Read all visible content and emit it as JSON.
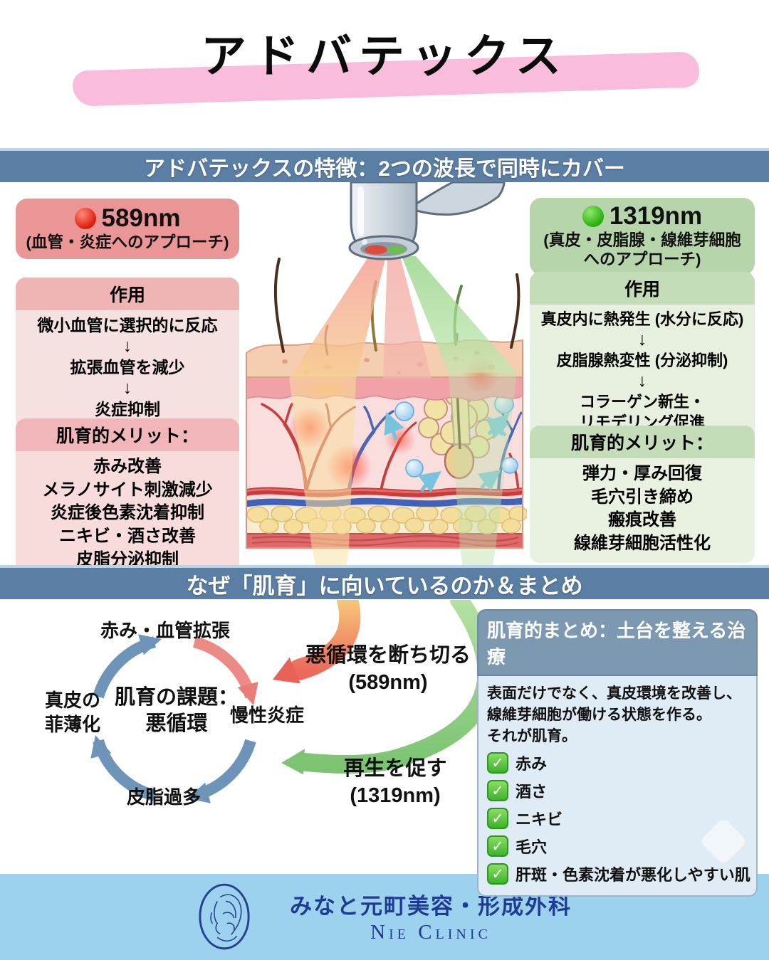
{
  "title": "アドバテックス",
  "features_bar": "アドバテックスの特徴：2つの波長で同時にカバー",
  "red_panel": {
    "wavelength": "589nm",
    "target": "(血管・炎症へのアプローチ)",
    "action_title": "作用",
    "action_steps": [
      "微小血管に選択的に反応",
      "拡張血管を減少",
      "炎症抑制"
    ],
    "merit_title": "肌育的メリット：",
    "merits": [
      "赤み改善",
      "メラノサイト刺激減少",
      "炎症後色素沈着抑制",
      "ニキビ・酒さ改善",
      "皮脂分泌抑制"
    ]
  },
  "green_panel": {
    "wavelength": "1319nm",
    "target_line1": "(真皮・皮脂腺・線維芽細胞",
    "target_line2": "へのアプローチ)",
    "action_title": "作用",
    "action_steps": [
      "真皮内に熱発生 (水分に反応)",
      "皮脂腺熱変性 (分泌抑制)",
      "コラーゲン新生・",
      "リモデリング促進"
    ],
    "merit_title": "肌育的メリット：",
    "merits": [
      "弾力・厚み回復",
      "毛穴引き締め",
      "瘢痕改善",
      "線維芽細胞活性化"
    ]
  },
  "why_bar": "なぜ「肌育」に向いているのか＆まとめ",
  "cycle": {
    "center_title": "肌育の課題：",
    "center_sub": "悪循環",
    "node_top": "赤み・血管拡張",
    "node_right": "慢性炎症",
    "node_bottom": "皮脂過多",
    "node_left_line1": "真皮の",
    "node_left_line2": "菲薄化",
    "break_label": "悪循環を断ち切る",
    "break_wavelength": "(589nm)",
    "regen_label": "再生を促す",
    "regen_wavelength": "(1319nm)"
  },
  "summary": {
    "title": "肌育的まとめ：土台を整える治療",
    "body_line1": "表面だけでなく、真皮環境を改善し、",
    "body_line2": "線維芽細胞が働ける状態を作る。",
    "body_line3": "それが肌育。",
    "checklist": [
      "赤み",
      "酒さ",
      "ニキビ",
      "毛穴",
      "肝斑・色素沈着が悪化しやすい肌"
    ]
  },
  "footer": {
    "clinic_name_jp": "みなと元町美容・形成外科",
    "clinic_name_en": "Nie Clinic"
  },
  "icons": {
    "down_arrow": "↓",
    "check": "✓"
  },
  "colors": {
    "bar_blue": "#5b7ea4",
    "panel_red": "#eb9696",
    "panel_green": "#b7d5ab",
    "laser_red": "#e02415",
    "laser_green": "#2eb317",
    "swoosh_pink": "#f9bcdb",
    "cycle_arrow_blue": "#6e95b9",
    "summary_header_blue": "#7d99b1",
    "check_green": "#3cb32c",
    "footer_blue": "#9dd2ee",
    "clinic_navy": "#1e3c96"
  }
}
